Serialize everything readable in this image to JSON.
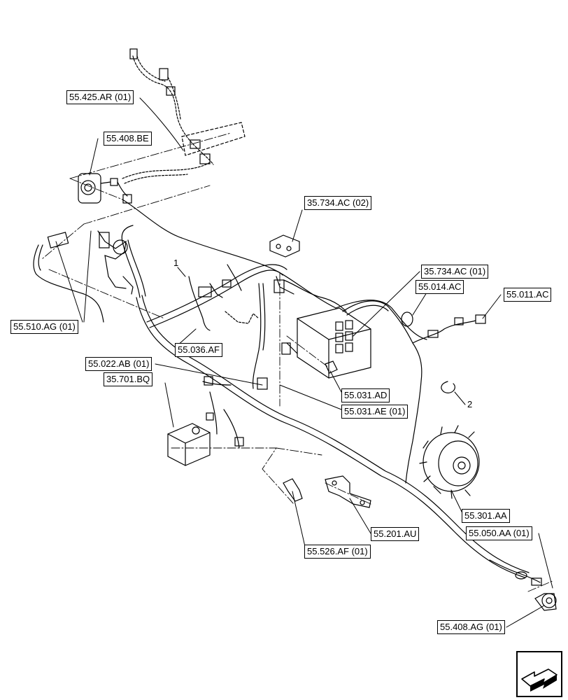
{
  "callouts": {
    "c55425ar": "55.425.AR (01)",
    "c55408be": "55.408.BE",
    "c35734ac02": "35.734.AC (02)",
    "c35734ac01": "35.734.AC (01)",
    "c55014ac": "55.014.AC",
    "c55011ac": "55.011.AC",
    "c55510ag": "55.510.AG (01)",
    "c55036af": "55.036.AF",
    "c55022ab": "55.022.AB (01)",
    "c35701bq": "35.701.BQ",
    "c55031ad": "55.031.AD",
    "c55031ae": "55.031.AE (01)",
    "c55301aa": "55.301.AA",
    "c55050aa": "55.050.AA (01)",
    "c55201au": "55.201.AU",
    "c55526af": "55.526.AF (01)",
    "c55408ag": "55.408.AG (01)"
  },
  "labels": {
    "item1": "1",
    "item2": "2"
  },
  "colors": {
    "line": "#000000",
    "paper": "#ffffff"
  },
  "icons": {
    "nav": "next-page-arrow-icon"
  }
}
